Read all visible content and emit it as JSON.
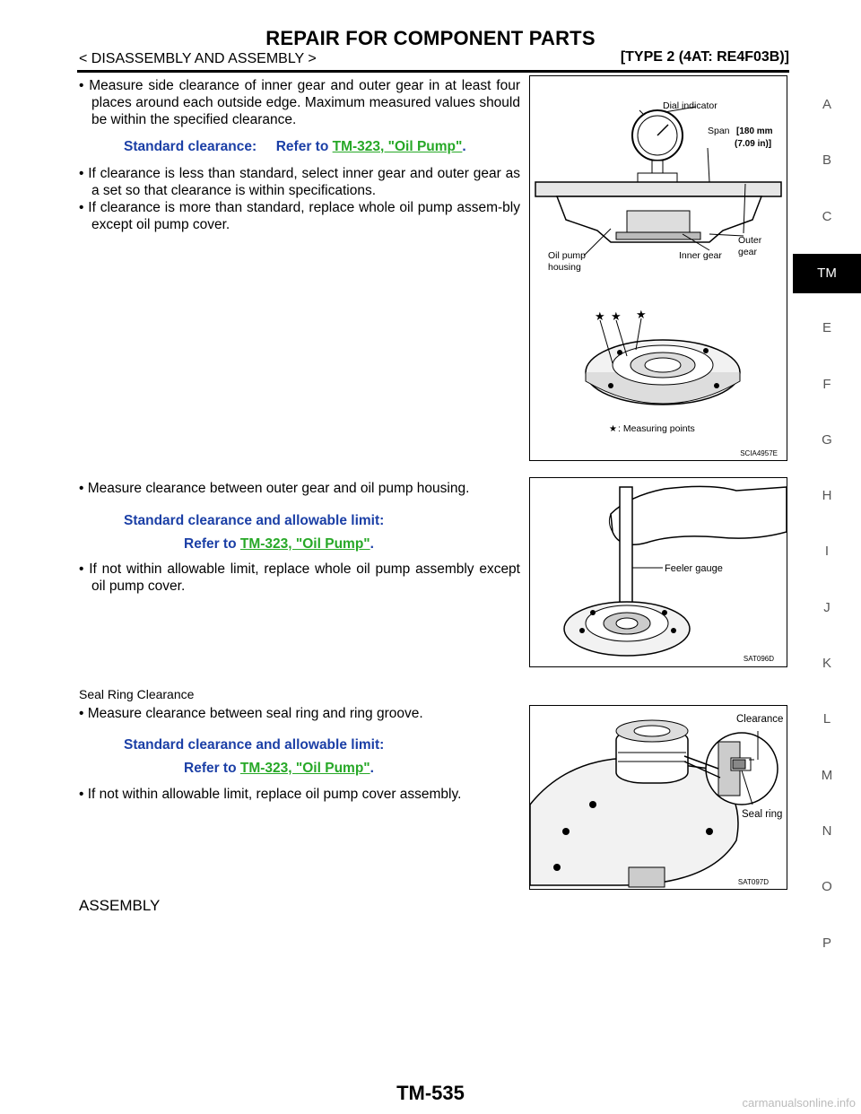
{
  "header": {
    "title": "REPAIR FOR COMPONENT PARTS",
    "section": "< DISASSEMBLY AND ASSEMBLY >",
    "type": "[TYPE 2 (4AT: RE4F03B)]"
  },
  "block1": {
    "bullet1": "Measure side clearance of inner gear and outer gear in at least four places around each outside edge. Maximum measured values should be within the specified clearance.",
    "spec_label": "Standard clearance:",
    "spec_refer": "Refer to",
    "spec_link": "TM-323, \"Oil Pump\"",
    "spec_end": ".",
    "bullet2": "If clearance is less than standard, select inner gear and outer gear as a set so that clearance is within specifications.",
    "bullet3": "If clearance is more than standard, replace whole oil pump assem-bly except oil pump cover."
  },
  "figure1": {
    "dial_indicator": "Dial indicator",
    "span": "Span",
    "span_mm": "[180 mm",
    "span_in": "(7.09 in)]",
    "outer": "Outer",
    "gear": "gear",
    "oil_pump": "Oil pump",
    "housing": "housing",
    "inner_gear": "Inner gear",
    "measuring_points": ": Measuring points",
    "code": "SCIA4957E"
  },
  "block2": {
    "bullet1": "Measure clearance between outer gear and oil pump housing.",
    "spec_label": "Standard clearance and allowable limit:",
    "spec_refer": "Refer to",
    "spec_link": "TM-323, \"Oil Pump\"",
    "spec_end": ".",
    "bullet2": "If not within allowable limit, replace whole oil pump assembly except oil pump cover."
  },
  "figure2": {
    "feeler_gauge": "Feeler gauge",
    "code": "SAT096D"
  },
  "block3": {
    "heading": "Seal Ring Clearance",
    "bullet1": "Measure clearance between seal ring and ring groove.",
    "spec_label": "Standard clearance and allowable limit:",
    "spec_refer": "Refer to",
    "spec_link": "TM-323, \"Oil Pump\"",
    "spec_end": ".",
    "bullet2": "If not within allowable limit, replace oil pump cover assembly."
  },
  "figure3": {
    "clearance": "Clearance",
    "seal_ring": "Seal ring",
    "code": "SAT097D"
  },
  "assembly_heading": "ASSEMBLY",
  "side_tabs": [
    "A",
    "B",
    "C",
    "TM",
    "E",
    "F",
    "G",
    "H",
    "I",
    "J",
    "K",
    "L",
    "M",
    "N",
    "O",
    "P"
  ],
  "active_tab": "TM",
  "footer": {
    "page": "TM-535"
  },
  "watermark": "carmanualsonline.info",
  "colors": {
    "spec_text": "#1b3fa6",
    "link": "#27a827",
    "active_tab_bg": "#000000"
  }
}
